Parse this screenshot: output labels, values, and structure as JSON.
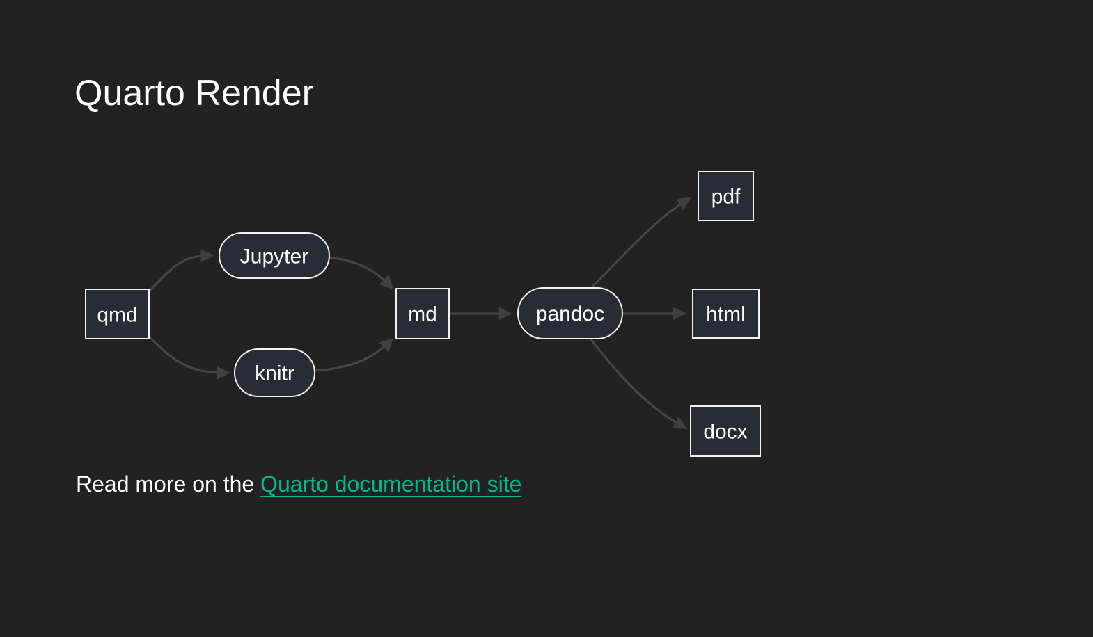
{
  "page": {
    "title": "Quarto Render"
  },
  "theme": {
    "background": "#222222",
    "heading_color": "#ffffff",
    "divider_color": "#434343",
    "link_color": "#00bc8c",
    "node_fill": "#282c34",
    "node_border": "#f2f2f2",
    "node_label_color": "#ffffff",
    "edge_color": "#474747",
    "arrowhead_color": "#3f3f3f"
  },
  "diagram": {
    "type": "flowchart",
    "direction": "left-to-right",
    "nodes": [
      {
        "id": "qmd",
        "label": "qmd",
        "shape": "rect"
      },
      {
        "id": "jupyter",
        "label": "Jupyter",
        "shape": "stadium"
      },
      {
        "id": "knitr",
        "label": "knitr",
        "shape": "stadium"
      },
      {
        "id": "md",
        "label": "md",
        "shape": "rect"
      },
      {
        "id": "pandoc",
        "label": "pandoc",
        "shape": "stadium"
      },
      {
        "id": "pdf",
        "label": "pdf",
        "shape": "rect"
      },
      {
        "id": "html",
        "label": "html",
        "shape": "rect"
      },
      {
        "id": "docx",
        "label": "docx",
        "shape": "rect"
      }
    ],
    "edges": [
      {
        "from": "qmd",
        "to": "jupyter"
      },
      {
        "from": "qmd",
        "to": "knitr"
      },
      {
        "from": "jupyter",
        "to": "md"
      },
      {
        "from": "knitr",
        "to": "md"
      },
      {
        "from": "md",
        "to": "pandoc"
      },
      {
        "from": "pandoc",
        "to": "pdf"
      },
      {
        "from": "pandoc",
        "to": "html"
      },
      {
        "from": "pandoc",
        "to": "docx"
      }
    ]
  },
  "footer": {
    "prefix": "Read more on the ",
    "link_label": "Quarto documentation site"
  }
}
